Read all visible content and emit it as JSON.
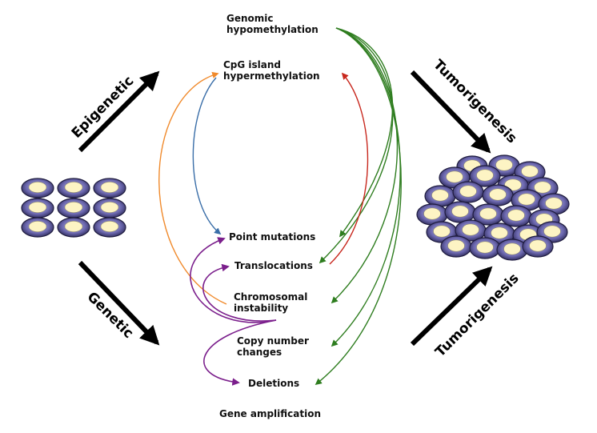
{
  "diagram": {
    "process_labels": {
      "epigenetic": "Epigenetic",
      "genetic": "Genetic",
      "tumorigenesis_top": "Tumorigenesis",
      "tumorigenesis_bottom": "Tumorigenesis"
    },
    "events": {
      "genomic_hypomethylation": [
        "Genomic",
        "hypomethylation"
      ],
      "cpg_island_hypermethylation": [
        "CpG island",
        "hypermethylation"
      ],
      "point_mutations": "Point mutations",
      "translocations": "Translocations",
      "chromosomal_instability": [
        "Chromosomal",
        "instability"
      ],
      "copy_number_changes": [
        "Copy number",
        "changes"
      ],
      "deletions": "Deletions",
      "gene_amplification": "Gene amplification"
    },
    "colors": {
      "green": "#2e7d1f",
      "purple": "#7b1f8c",
      "orange": "#f08a2c",
      "blue": "#3a6ea8",
      "red": "#c8281e",
      "cell_outer": "#3f3c7a",
      "cell_nucleus": "#fdf4c4"
    }
  }
}
